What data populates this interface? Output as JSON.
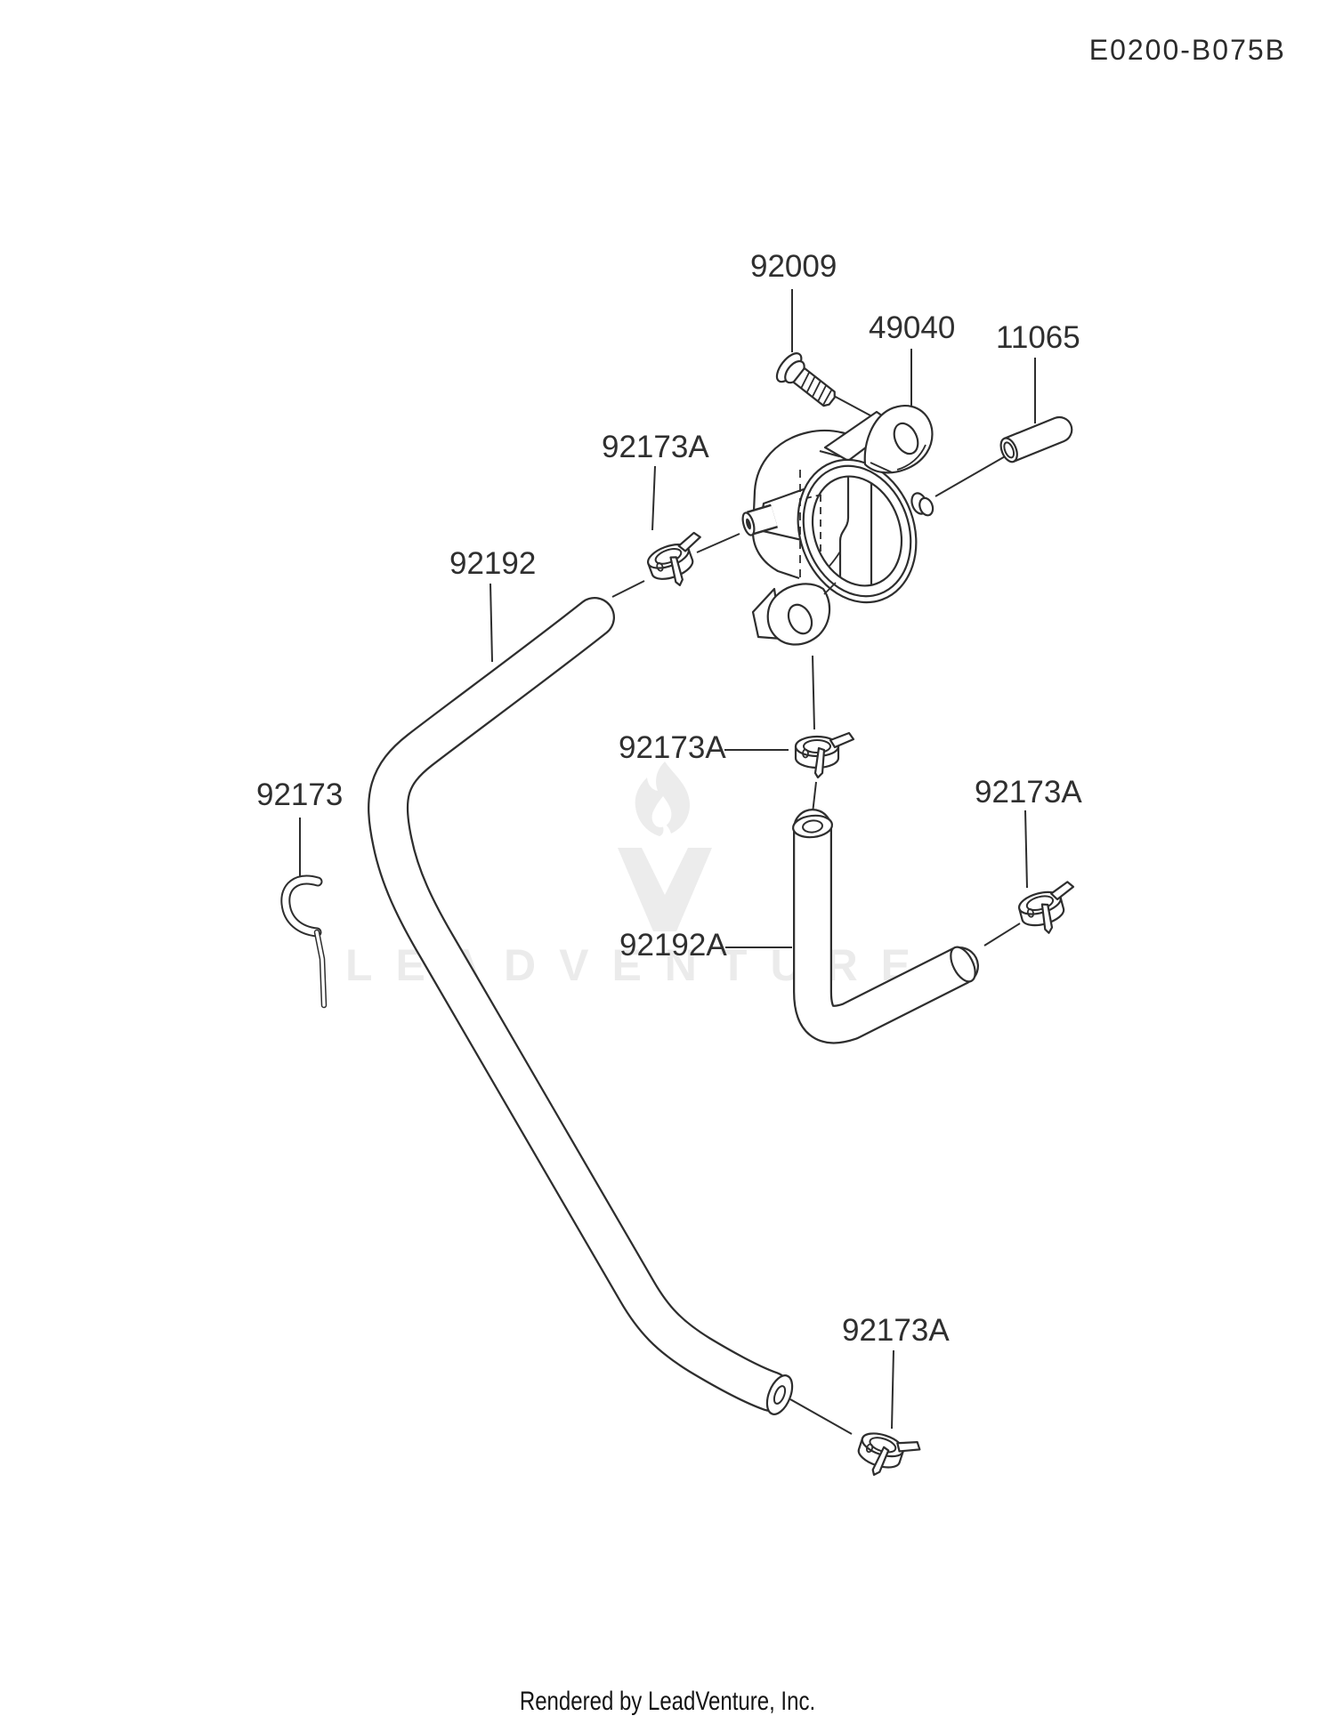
{
  "page": {
    "code": "E0200-B075B",
    "footer": "Rendered by LeadVenture, Inc.",
    "background_color": "#ffffff",
    "line_color": "#2e2e2e",
    "label_color": "#2f2f2f"
  },
  "watermark": {
    "text": "LEADVENTURE",
    "color": "#ebebeb",
    "flame_icon": "leadventure-flame-icon",
    "monogram_icon": "lv-monogram-icon"
  },
  "callouts": [
    {
      "part": "92009"
    },
    {
      "part": "49040"
    },
    {
      "part": "11065"
    },
    {
      "part": "92173A"
    },
    {
      "part": "92192"
    },
    {
      "part": "92173A"
    },
    {
      "part": "92173A"
    },
    {
      "part": "92173"
    },
    {
      "part": "92192A"
    },
    {
      "part": "92173A"
    }
  ]
}
